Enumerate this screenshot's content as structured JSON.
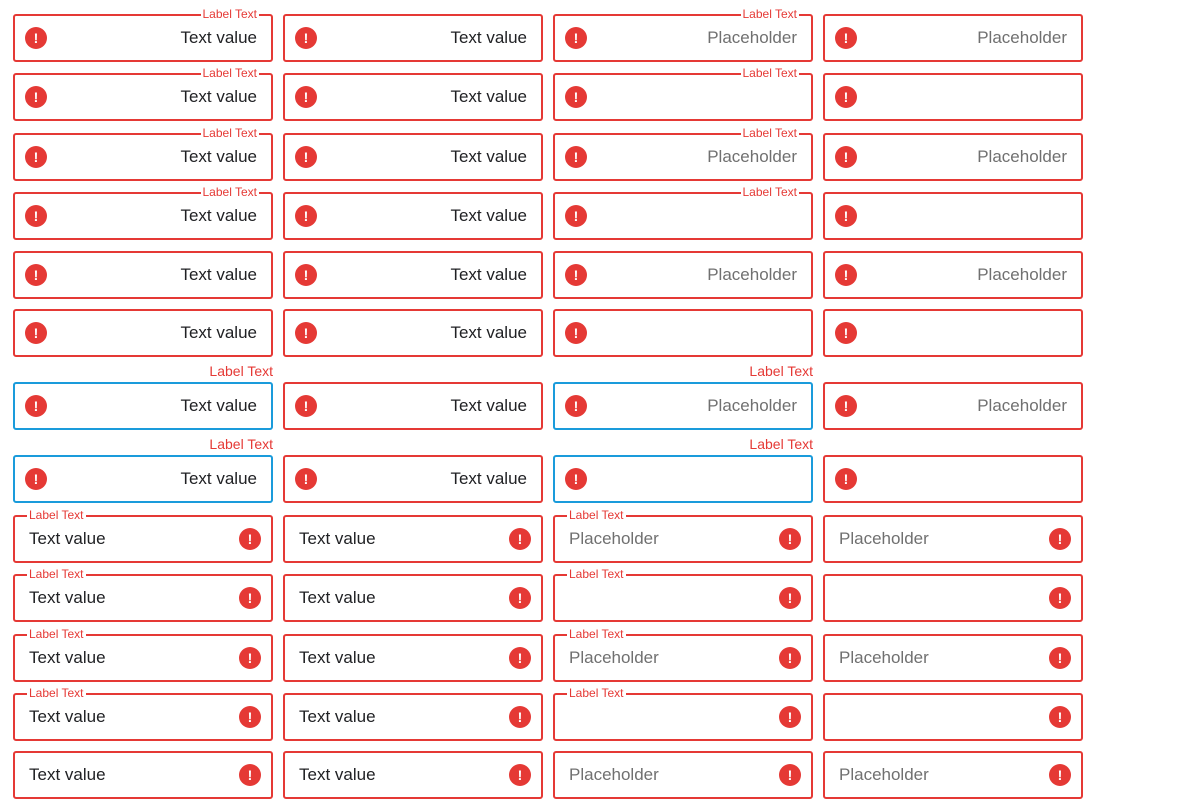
{
  "colors": {
    "error": "#e53935",
    "focus": "#1a9bdb",
    "text": "#202124",
    "placeholder": "#707070"
  },
  "icons": {
    "error": "error-icon"
  },
  "strings": {
    "label": "Label Text",
    "value": "Text value",
    "placeholder": "Placeholder",
    "error_glyph": "!"
  }
}
